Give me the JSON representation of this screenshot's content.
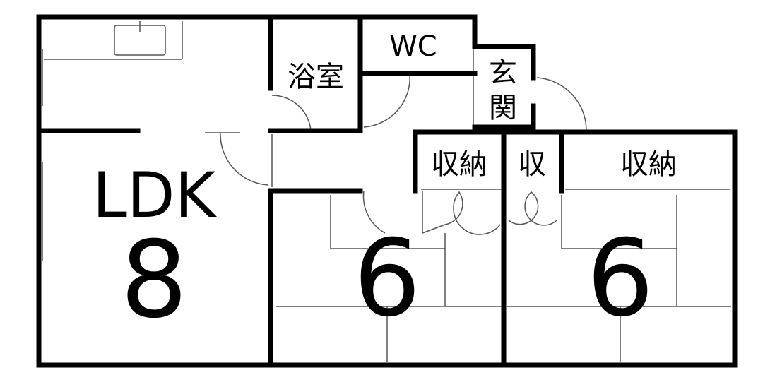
{
  "colors": {
    "wall": "#000000",
    "thin": "#555555",
    "background": "#ffffff"
  },
  "rooms": {
    "ldk": {
      "name": "LDK",
      "size": "8"
    },
    "bath": {
      "name": "浴室"
    },
    "wc": {
      "name": "WC"
    },
    "entrance": {
      "name": "玄関",
      "char1": "玄",
      "char2": "関"
    },
    "storage_1": {
      "name": "収納"
    },
    "storage_small": {
      "name": "収"
    },
    "storage_2": {
      "name": "収納"
    },
    "tatami_1": {
      "size": "6"
    },
    "tatami_2": {
      "size": "6"
    }
  }
}
